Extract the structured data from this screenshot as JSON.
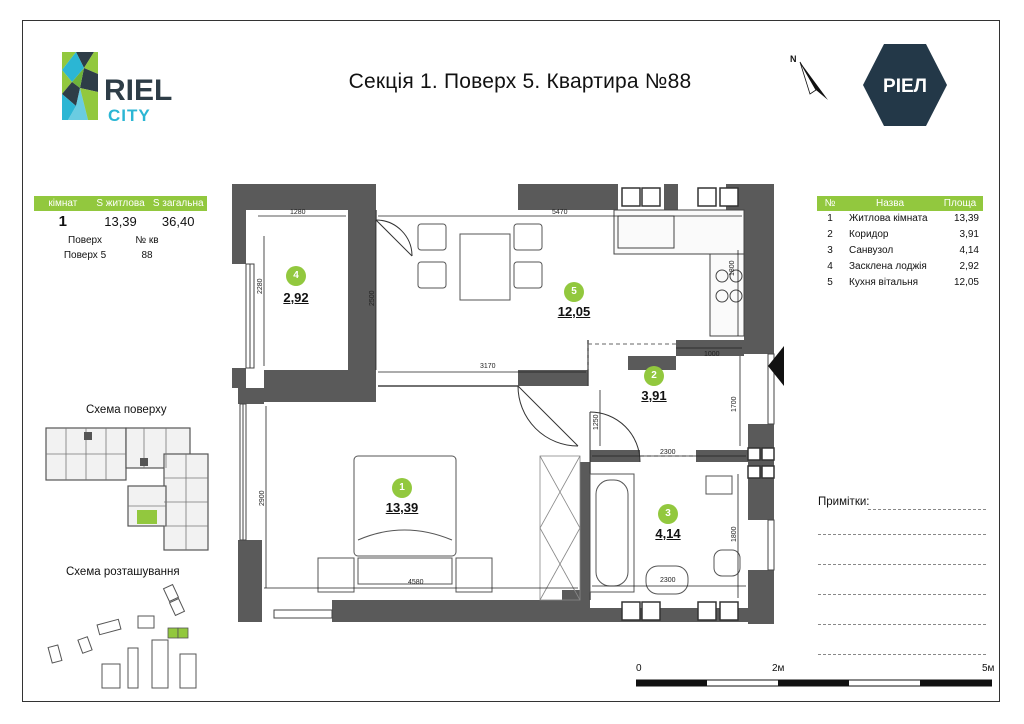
{
  "title": "Секція 1. Поверх 5. Квартира №88",
  "brand_left": {
    "name": "RIEL",
    "sub": "CITY",
    "colors": [
      "#92c83e",
      "#2e3d47",
      "#2bb6d4"
    ]
  },
  "brand_right": {
    "name": "РІЕЛ",
    "color": "#233848"
  },
  "north_label": "N",
  "summary": {
    "headers": [
      "кімнат",
      "S житлова",
      "S загальна"
    ],
    "values": [
      "1",
      "13,39",
      "36,40"
    ],
    "floor_header": "Поверх",
    "apt_header": "№ кв",
    "floor_value": "Поверх 5",
    "apt_value": "88"
  },
  "rooms_table": {
    "headers": [
      "№",
      "Назва",
      "Площа"
    ],
    "rows": [
      {
        "n": "1",
        "name": "Житлова кімната",
        "area": "13,39"
      },
      {
        "n": "2",
        "name": "Коридор",
        "area": "3,91"
      },
      {
        "n": "3",
        "name": "Санвузол",
        "area": "4,14"
      },
      {
        "n": "4",
        "name": "Засклена лоджія",
        "area": "2,92"
      },
      {
        "n": "5",
        "name": "Кухня вітальня",
        "area": "12,05"
      }
    ]
  },
  "floor_scheme_label": "Схема поверху",
  "site_scheme_label": "Схема розташування",
  "notes_label": "Примітки:",
  "scale": {
    "zero": "0",
    "mid": "2м",
    "end": "5м"
  },
  "plan": {
    "rooms": [
      {
        "num": "1",
        "area": "13,39"
      },
      {
        "num": "2",
        "area": "3,91"
      },
      {
        "num": "3",
        "area": "4,14"
      },
      {
        "num": "4",
        "area": "2,92"
      },
      {
        "num": "5",
        "area": "12,05"
      }
    ],
    "dims": {
      "d1280": "1280",
      "d5470": "5470",
      "d1800a": "1800",
      "d2280": "2280",
      "d2500": "2500",
      "d3170": "3170",
      "d1000": "1000",
      "d1700": "1700",
      "d1250": "1250",
      "d2300a": "2300",
      "d2900": "2900",
      "d1800b": "1800",
      "d4580": "4580",
      "d2300b": "2300"
    },
    "accent": "#92c83e",
    "wall": "#5a5a5a"
  }
}
